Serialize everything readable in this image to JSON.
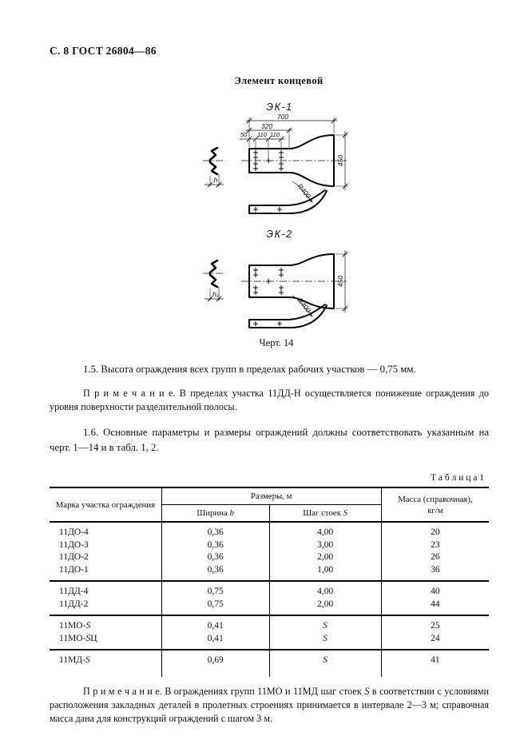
{
  "page_header": "С. 8 ГОСТ 26804—86",
  "section_title": "Элемент концевой",
  "figure_caption": "Черт. 14",
  "drawing1": {
    "label": "ЭК-1",
    "dims": {
      "d700": "700",
      "d320": "320",
      "d50": "50",
      "d110a": "110",
      "d110b": "110",
      "d450": "450",
      "r400": "R400",
      "h": "h"
    }
  },
  "drawing2": {
    "label": "ЭК-2",
    "dims": {
      "d450": "450",
      "r400": "R400",
      "h1": "h₁"
    }
  },
  "para_1_5": "1.5. Высота ограждения всех групп в пределах рабочих участков — 0,75 мм.",
  "note1": {
    "label": "П р и м е ч а н и е.",
    "text": "В пределах участка 11ДД-Н осуществляется понижение ограждения до уровня поверхности разделительной полосы."
  },
  "para_1_6": "1.6. Основные параметры и размеры ограждений должны соответствовать указанным на черт. 1—14 и в табл. 1, 2.",
  "table": {
    "caption": "Т а б л и ц а   1",
    "headers": {
      "mark": "Марка участка ограждения",
      "sizes": "Размеры, м",
      "width": "Ширина b",
      "step": "Шаг стоек S",
      "mass": "Масса (справочная), кг/м"
    },
    "groups": [
      {
        "rows": [
          [
            "11ДО-4",
            "0,36",
            "4,00",
            "20"
          ],
          [
            "11ДО-3",
            "0,36",
            "3,00",
            "23"
          ],
          [
            "11ДО-2",
            "0,36",
            "2,00",
            "26"
          ],
          [
            "11ДО-1",
            "0,36",
            "1,00",
            "36"
          ]
        ]
      },
      {
        "rows": [
          [
            "11ДД-4",
            "0,75",
            "4,00",
            "40"
          ],
          [
            "11ДД-2",
            "0,75",
            "2,00",
            "44"
          ]
        ]
      },
      {
        "rows": [
          [
            "11МО-S",
            "0,41",
            "S",
            "25"
          ],
          [
            "11МО-SЦ",
            "0,41",
            "S",
            "24"
          ]
        ]
      },
      {
        "rows": [
          [
            "11МД-S",
            "0,69",
            "S",
            "41"
          ]
        ]
      }
    ]
  },
  "note2": {
    "label": "П р и м е ч а н и е.",
    "text": "В ограждениях групп 11МО и 11МД шаг стоек S в соответствии с условиями расположения закладных деталей в пролетных строениях принимается в интервале 2—3 м; справочная масса дана для конструкций ограждений с шагом 3 м."
  }
}
